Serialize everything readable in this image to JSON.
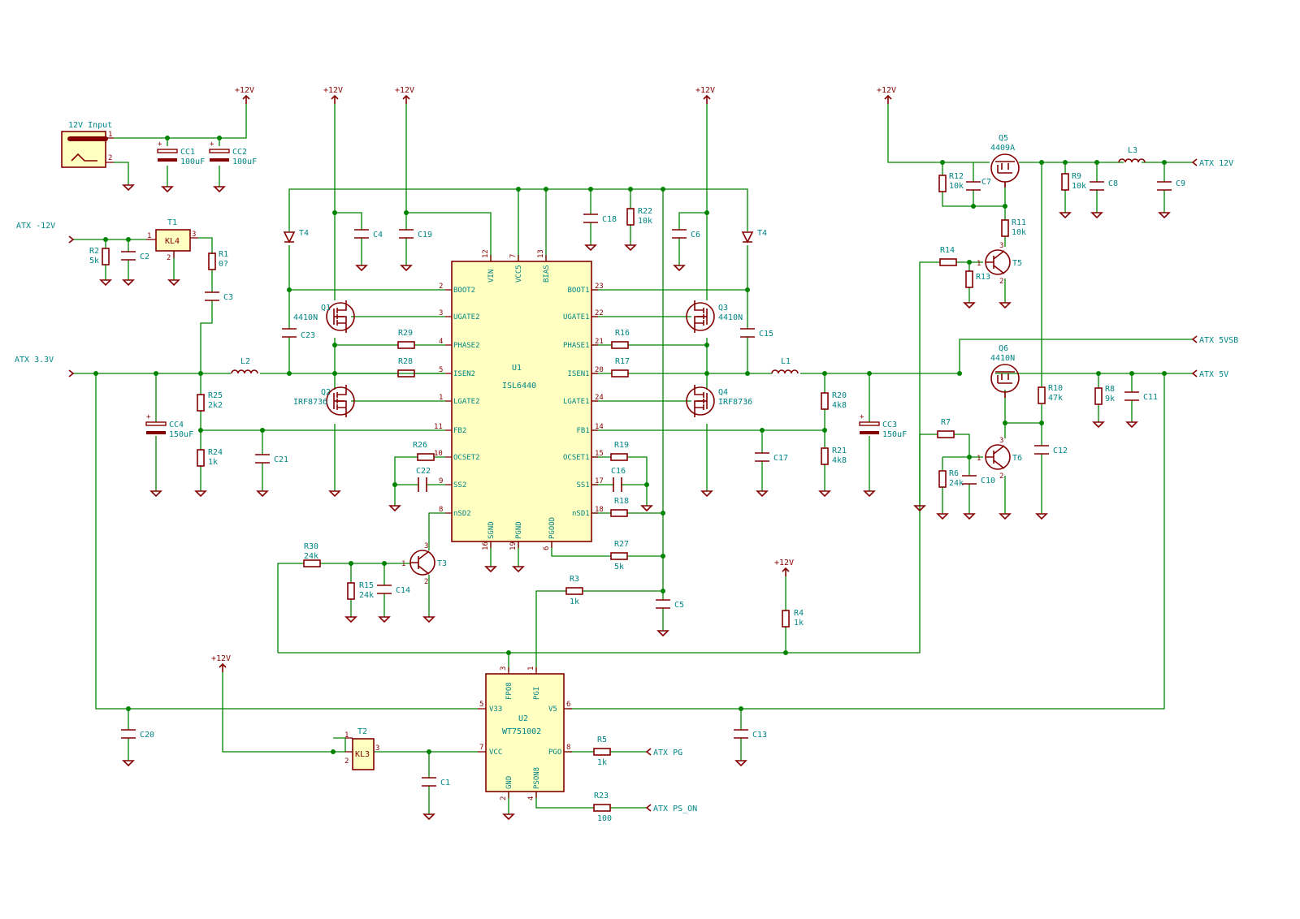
{
  "u1": {
    "ref": "U1",
    "value": "ISL6440",
    "left_pins": [
      {
        "num": "2",
        "name": "BOOT2"
      },
      {
        "num": "3",
        "name": "UGATE2"
      },
      {
        "num": "4",
        "name": "PHASE2"
      },
      {
        "num": "5",
        "name": "ISEN2"
      },
      {
        "num": "1",
        "name": "LGATE2"
      },
      {
        "num": "11",
        "name": "FB2"
      },
      {
        "num": "10",
        "name": "OCSET2"
      },
      {
        "num": "9",
        "name": "SS2"
      },
      {
        "num": "8",
        "name": "nSD2"
      }
    ],
    "right_pins": [
      {
        "num": "23",
        "name": "BOOT1"
      },
      {
        "num": "22",
        "name": "UGATE1"
      },
      {
        "num": "21",
        "name": "PHASE1"
      },
      {
        "num": "20",
        "name": "ISEN1"
      },
      {
        "num": "24",
        "name": "LGATE1"
      },
      {
        "num": "14",
        "name": "FB1"
      },
      {
        "num": "15",
        "name": "OCSET1"
      },
      {
        "num": "17",
        "name": "SS1"
      },
      {
        "num": "18",
        "name": "nSD1"
      }
    ],
    "top_pins": [
      {
        "num": "12",
        "name": "VIN"
      },
      {
        "num": "7",
        "name": "VCC5"
      },
      {
        "num": "13",
        "name": "BIAS"
      }
    ],
    "bottom_pins": [
      {
        "num": "16",
        "name": "SGND"
      },
      {
        "num": "19",
        "name": "PGND"
      },
      {
        "num": "6",
        "name": "PGOOD"
      }
    ]
  },
  "u2": {
    "ref": "U2",
    "value": "WT751002",
    "left_pins": [
      {
        "num": "5",
        "name": "V33"
      },
      {
        "num": "7",
        "name": "VCC"
      }
    ],
    "right_pins": [
      {
        "num": "6",
        "name": "V5"
      },
      {
        "num": "8",
        "name": "PGO"
      }
    ],
    "top_pins": [
      {
        "num": "3",
        "name": "FPO8"
      },
      {
        "num": "1",
        "name": "PGI"
      }
    ],
    "bottom_pins": [
      {
        "num": "2",
        "name": "GND"
      },
      {
        "num": "4",
        "name": "PSON8"
      }
    ]
  },
  "connector": {
    "ref": "12V Input",
    "pin1": "1",
    "pin2": "2"
  },
  "t1": {
    "ref": "T1",
    "value": "KL4",
    "pins": [
      "1",
      "2",
      "3"
    ]
  },
  "t2": {
    "ref": "T2",
    "value": "KL3",
    "pins": [
      "1",
      "2",
      "3"
    ]
  },
  "power": {
    "p12v": "+12V"
  },
  "nets": {
    "atx_m12": "ATX -12V",
    "atx_33": "ATX 3.3V",
    "atx_12": "ATX 12V",
    "atx_5vsb": "ATX 5VSB",
    "atx_5v": "ATX 5V",
    "atx_pg": "ATX PG",
    "atx_pson": "ATX PS_ON"
  },
  "resistors": [
    {
      "ref": "R1",
      "value": "0?"
    },
    {
      "ref": "R2",
      "value": "5k"
    },
    {
      "ref": "R3",
      "value": "1k"
    },
    {
      "ref": "R4",
      "value": "1k"
    },
    {
      "ref": "R5",
      "value": "1k"
    },
    {
      "ref": "R6",
      "value": "24k"
    },
    {
      "ref": "R7",
      "value": ""
    },
    {
      "ref": "R8",
      "value": "9k"
    },
    {
      "ref": "R9",
      "value": "10k"
    },
    {
      "ref": "R10",
      "value": "47k"
    },
    {
      "ref": "R11",
      "value": "10k"
    },
    {
      "ref": "R12",
      "value": "10k"
    },
    {
      "ref": "R13",
      "value": ""
    },
    {
      "ref": "R14",
      "value": ""
    },
    {
      "ref": "R15",
      "value": "24k"
    },
    {
      "ref": "R16",
      "value": ""
    },
    {
      "ref": "R17",
      "value": ""
    },
    {
      "ref": "R18",
      "value": ""
    },
    {
      "ref": "R19",
      "value": ""
    },
    {
      "ref": "R20",
      "value": "4k8"
    },
    {
      "ref": "R21",
      "value": "4k8"
    },
    {
      "ref": "R22",
      "value": "10k"
    },
    {
      "ref": "R23",
      "value": "100"
    },
    {
      "ref": "R24",
      "value": "1k"
    },
    {
      "ref": "R25",
      "value": "2k2"
    },
    {
      "ref": "R26",
      "value": ""
    },
    {
      "ref": "R27",
      "value": "5k"
    },
    {
      "ref": "R28",
      "value": ""
    },
    {
      "ref": "R29",
      "value": ""
    },
    {
      "ref": "R30",
      "value": "24k"
    }
  ],
  "capacitors": [
    {
      "ref": "C1"
    },
    {
      "ref": "C2"
    },
    {
      "ref": "C3"
    },
    {
      "ref": "C4"
    },
    {
      "ref": "C5"
    },
    {
      "ref": "C6"
    },
    {
      "ref": "C7"
    },
    {
      "ref": "C8"
    },
    {
      "ref": "C9"
    },
    {
      "ref": "C10"
    },
    {
      "ref": "C11"
    },
    {
      "ref": "C12"
    },
    {
      "ref": "C13"
    },
    {
      "ref": "C14"
    },
    {
      "ref": "C15"
    },
    {
      "ref": "C16"
    },
    {
      "ref": "C17"
    },
    {
      "ref": "C18"
    },
    {
      "ref": "C19"
    },
    {
      "ref": "C20"
    },
    {
      "ref": "C21"
    },
    {
      "ref": "C22"
    },
    {
      "ref": "C23"
    }
  ],
  "electrolytics": [
    {
      "ref": "CC1",
      "value": "100uF"
    },
    {
      "ref": "CC2",
      "value": "100uF"
    },
    {
      "ref": "CC3",
      "value": "150uF"
    },
    {
      "ref": "CC4",
      "value": "150uF"
    }
  ],
  "inductors": [
    {
      "ref": "L1"
    },
    {
      "ref": "L2"
    },
    {
      "ref": "L3"
    }
  ],
  "mosfets": [
    {
      "ref": "Q1",
      "value": "4410N"
    },
    {
      "ref": "Q2",
      "value": "IRF8736"
    },
    {
      "ref": "Q3",
      "value": "4410N"
    },
    {
      "ref": "Q4",
      "value": "IRF8736"
    },
    {
      "ref": "Q5",
      "value": "4409A"
    },
    {
      "ref": "Q6",
      "value": "4410N"
    }
  ],
  "transistors": [
    {
      "ref": "T3"
    },
    {
      "ref": "T5"
    },
    {
      "ref": "T6"
    }
  ],
  "diodes": [
    {
      "ref": "T4"
    }
  ],
  "pin_nums": {
    "one": "1",
    "two": "2",
    "three": "3"
  }
}
